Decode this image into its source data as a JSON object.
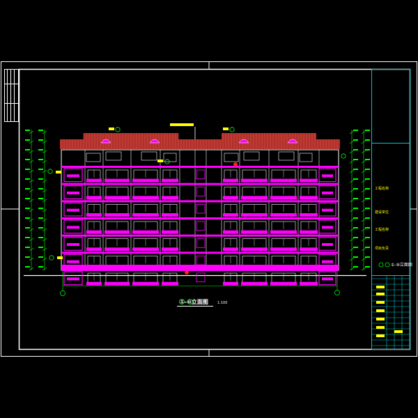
{
  "drawing": {
    "title": "①-⑩立面图",
    "scale": "1:100",
    "side_title": "①-⑩立面图",
    "floors": 7,
    "bays": 6,
    "colors": {
      "background": "#000000",
      "frame": "#ffffff",
      "roof": "#b0302a",
      "accent": "#ff00ff",
      "dimension": "#00ff00",
      "title_block": "#00c8c8",
      "text": "#ffff00",
      "axis": "#ff2020"
    }
  },
  "title_block": {
    "notes": [
      "工程名称",
      "建设单位",
      "工程名称",
      "项目负责"
    ]
  }
}
